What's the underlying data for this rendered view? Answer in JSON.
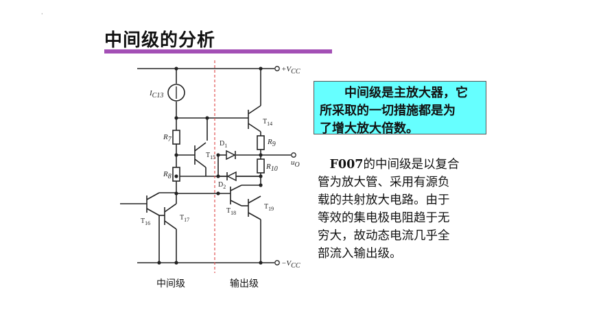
{
  "slide": {
    "dot": "·",
    "title": "中间级的分析",
    "callout": {
      "line1": "中间级是主放大器，它",
      "line2": "所采取的一切措施都是为",
      "line3": "了增大放大倍数。"
    },
    "description": {
      "lead_bold": "F007",
      "lead_rest": "的中间级是以复合",
      "line2": "管为放大管、采用有源负",
      "line3": "载的共射放大电路。由于",
      "line4": "等效的集电极电阻趋于无",
      "line5": "穷大，故动态电流几乎全",
      "line6": "部流入输出级。"
    }
  },
  "circuit": {
    "labels": {
      "vcc_pos": "+V",
      "vcc_pos_sub": "CC",
      "vcc_neg": "−V",
      "vcc_neg_sub": "CC",
      "ic13": "I",
      "ic13_sub": "C13",
      "r7": "R",
      "r7_sub": "7",
      "r8": "R",
      "r8_sub": "8",
      "r9": "R",
      "r9_sub": "9",
      "r10": "R",
      "r10_sub": "10",
      "t14": "T",
      "t14_sub": "14",
      "t15": "T",
      "t15_sub": "15",
      "t16": "T",
      "t16_sub": "16",
      "t17": "T",
      "t17_sub": "17",
      "t18": "T",
      "t18_sub": "18",
      "t19": "T",
      "t19_sub": "19",
      "d1": "D",
      "d1_sub": "1",
      "d2": "D",
      "d2_sub": "2",
      "uo": "u",
      "uo_sub": "O"
    },
    "stage_left": "中间级",
    "stage_right": "输出级"
  },
  "colors": {
    "title_underline": "#a34fb5",
    "callout_bg": "#66ffff",
    "divider": "#e05050"
  }
}
